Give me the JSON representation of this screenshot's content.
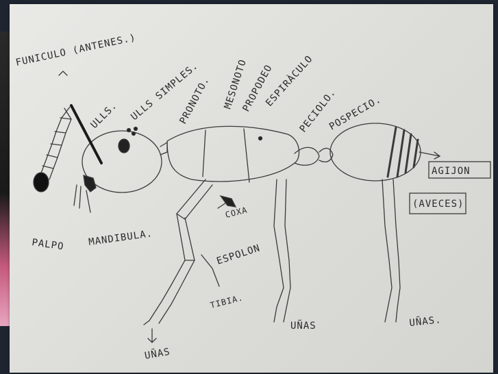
{
  "labels": {
    "funiculo": "FUNICULO (ANTENES.)",
    "ulls": "ULLS.",
    "ulls_simples": "ULLS SIMPLES.",
    "pronoto": "PRONOTO.",
    "mesonoto": "MESONOTO",
    "propodeo": "PROPODEO",
    "espiraculo": "ESPIRÀCULO",
    "peciolo": "PECIOLO.",
    "pospeciolo": "POSPECIO.",
    "agijon": "AGIJON",
    "aveces": "(AVECES)",
    "palpo": "PALPO",
    "mandibula": "MANDIBULA.",
    "coxa": "COXA",
    "espolon": "ESPOLON",
    "tibia": "TIBIA.",
    "unas_front": "UÑAS",
    "unas_mid": "UÑAS",
    "unas_back": "UÑAS."
  },
  "colors": {
    "paper": "#e3e3df",
    "ink": "#2a2a2a",
    "background": "#1f2530"
  }
}
